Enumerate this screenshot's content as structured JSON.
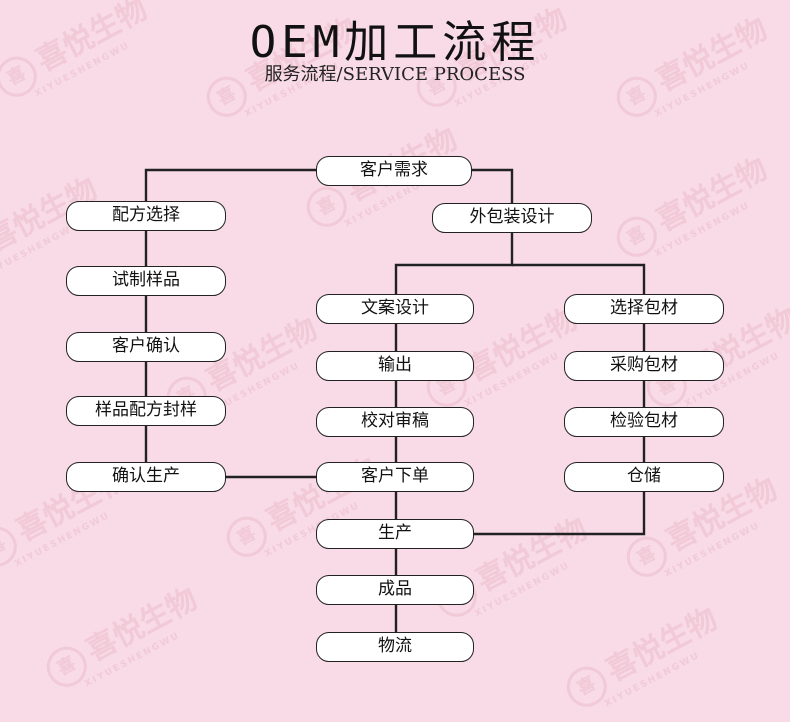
{
  "title": "OEM加工流程",
  "subtitle": "服务流程/SERVICE PROCESS",
  "watermark": {
    "brand": "喜悦生物",
    "latin": "XIYUESHENGWU",
    "seal": "喜"
  },
  "nodes": {
    "need": "客户需求",
    "formula": "配方选择",
    "package_design": "外包装设计",
    "trial_sample": "试制样品",
    "customer_confirm": "客户确认",
    "seal_sample": "样品配方封样",
    "confirm_production": "确认生产",
    "copy_design": "文案设计",
    "output": "输出",
    "proofread": "校对审稿",
    "order": "客户下单",
    "choose_material": "选择包材",
    "purchase_material": "采购包材",
    "inspect_material": "检验包材",
    "storage": "仓储",
    "production": "生产",
    "finished": "成品",
    "logistics": "物流"
  },
  "colors": {
    "background": "#f8dbe6",
    "node_fill": "#ffffff",
    "line": "#222222"
  }
}
